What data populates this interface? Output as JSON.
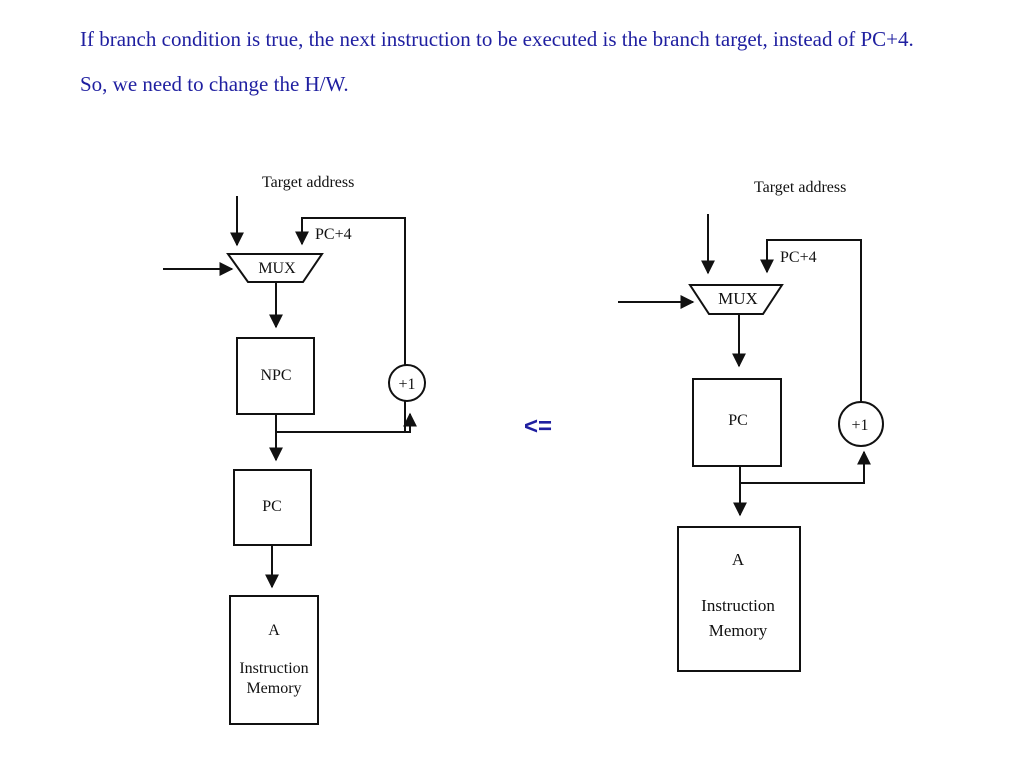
{
  "slide": {
    "line1": "If branch condition is true, the next instruction to be executed is the branch target, instead of PC+4.",
    "line2": "So, we need to change the H/W."
  },
  "left_diagram": {
    "target_label": "Target address",
    "pc4_label": "PC+4",
    "mux_label": "MUX",
    "npc_label": "NPC",
    "plus_one_label": "+1",
    "pc_label": "PC",
    "mem_label_a": "A",
    "mem_label_1": "Instruction",
    "mem_label_2": "Memory"
  },
  "right_diagram": {
    "target_label": "Target address",
    "pc4_label": "PC+4",
    "mux_label": "MUX",
    "pc_label": "PC",
    "plus_one_label": "+1",
    "mem_label_a": "A",
    "mem_label_1": "Instruction",
    "mem_label_2": "Memory"
  },
  "comparison_symbol": "<=",
  "colors": {
    "text": "#1f1fa0",
    "line": "#111111"
  }
}
